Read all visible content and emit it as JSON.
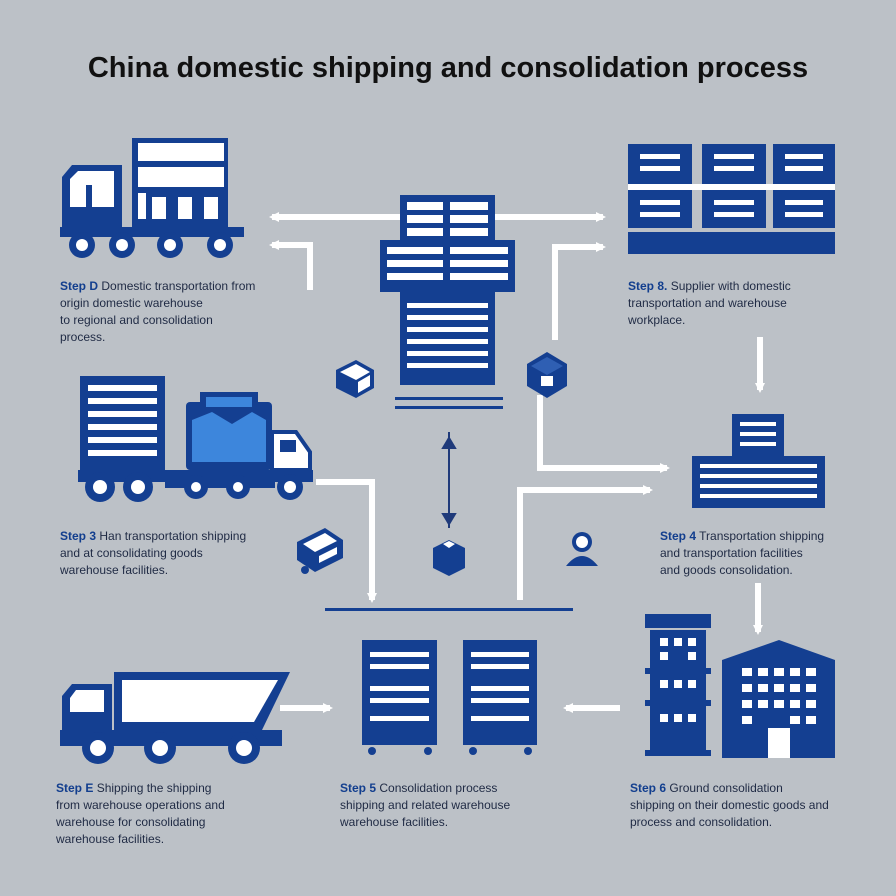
{
  "title": "China domestic shipping and consolidation process",
  "colors": {
    "background": "#bcc1c7",
    "primary": "#143f91",
    "accent": "#3d86dc",
    "arrow": "#ffffff"
  },
  "steps": [
    {
      "tag": "Step D",
      "lines": [
        "Domestic transportation from",
        "origin domestic warehouse",
        "to regional and consolidation",
        "process."
      ]
    },
    {
      "tag": "Step 8.",
      "lines": [
        "Supplier with domestic",
        "transportation and warehouse",
        "workplace."
      ]
    },
    {
      "tag": "Step 3",
      "lines": [
        "Han transportation shipping",
        "and at consolidating goods",
        "warehouse facilities."
      ]
    },
    {
      "tag": "Step 4",
      "lines": [
        "Transportation shipping",
        "and transportation facilities",
        "and goods consolidation."
      ]
    },
    {
      "tag": "Step E",
      "lines": [
        "Shipping the shipping",
        "from warehouse operations and",
        "warehouse for consolidating",
        "warehouse facilities."
      ]
    },
    {
      "tag": "Step 5",
      "lines": [
        "Consolidation process",
        "shipping and related warehouse",
        "warehouse facilities."
      ]
    },
    {
      "tag": "Step 6",
      "lines": [
        "Ground consolidation",
        "shipping on their domestic goods and",
        "process and consolidation."
      ]
    }
  ],
  "icons": [
    "truck-icon",
    "warehouse-shelves-icon",
    "central-warehouse-icon",
    "package-icon",
    "building-icon",
    "person-icon",
    "storage-rack-icon",
    "office-building-icon"
  ]
}
